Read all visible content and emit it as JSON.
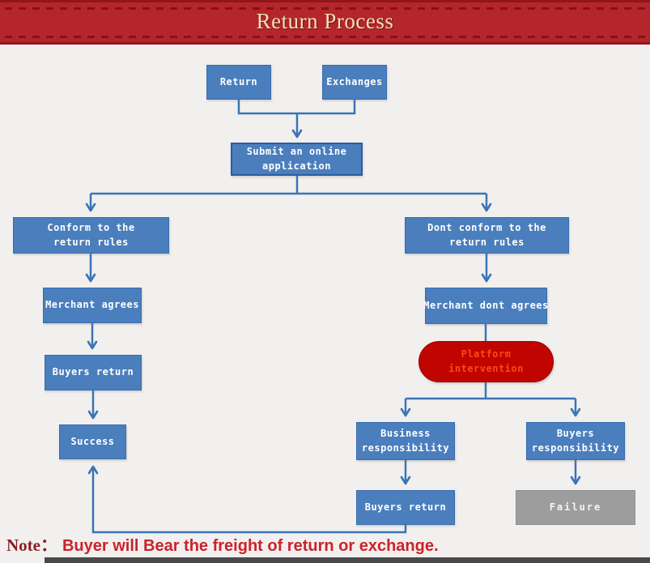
{
  "header": {
    "title": "Return Process"
  },
  "colors": {
    "banner_bg": "#b5262c",
    "banner_stitch": "#861117",
    "banner_text": "#f2e2b4",
    "node_blue": "#4a7ebd",
    "node_blue_border": "#3a6cae",
    "node_gray": "#9d9d9d",
    "pill_red": "#c00400",
    "pill_text_orange": "#ff4815",
    "connector_blue": "#3a74b5",
    "page_bg": "#f1f0ee",
    "note_label_color": "#8b1e26",
    "note_text_color": "#cb222b"
  },
  "nodes": {
    "return": {
      "label": "Return"
    },
    "exchanges": {
      "label": "Exchanges"
    },
    "submit": {
      "label": "Submit an online\napplication"
    },
    "conform": {
      "label": "Conform to the\nreturn rules"
    },
    "dont_conform": {
      "label": "Dont conform to the\nreturn rules"
    },
    "merchant_agrees": {
      "label": "Merchant agrees"
    },
    "merchant_dont_agrees": {
      "label": "Merchant dont agrees"
    },
    "platform_intervention": {
      "label": "Platform\nintervention"
    },
    "buyers_return_left": {
      "label": "Buyers return"
    },
    "success": {
      "label": "Success"
    },
    "business_responsibility": {
      "label": "Business\nresponsibility"
    },
    "buyers_responsibility": {
      "label": "Buyers\nresponsibility"
    },
    "buyers_return_bottom": {
      "label": "Buyers return"
    },
    "failure": {
      "label": "Failure"
    }
  },
  "edges": [
    {
      "from": "return",
      "to": "submit"
    },
    {
      "from": "exchanges",
      "to": "submit"
    },
    {
      "from": "submit",
      "to": "conform"
    },
    {
      "from": "submit",
      "to": "dont_conform"
    },
    {
      "from": "conform",
      "to": "merchant_agrees"
    },
    {
      "from": "merchant_agrees",
      "to": "buyers_return_left"
    },
    {
      "from": "buyers_return_left",
      "to": "success"
    },
    {
      "from": "dont_conform",
      "to": "merchant_dont_agrees"
    },
    {
      "from": "merchant_dont_agrees",
      "to": "platform_intervention"
    },
    {
      "from": "platform_intervention",
      "to": "business_responsibility"
    },
    {
      "from": "platform_intervention",
      "to": "buyers_responsibility"
    },
    {
      "from": "business_responsibility",
      "to": "buyers_return_bottom"
    },
    {
      "from": "buyers_responsibility",
      "to": "failure"
    },
    {
      "from": "buyers_return_bottom",
      "to": "success"
    }
  ],
  "note": {
    "label": "Note：",
    "text": "Buyer will Bear the freight of return or exchange."
  }
}
